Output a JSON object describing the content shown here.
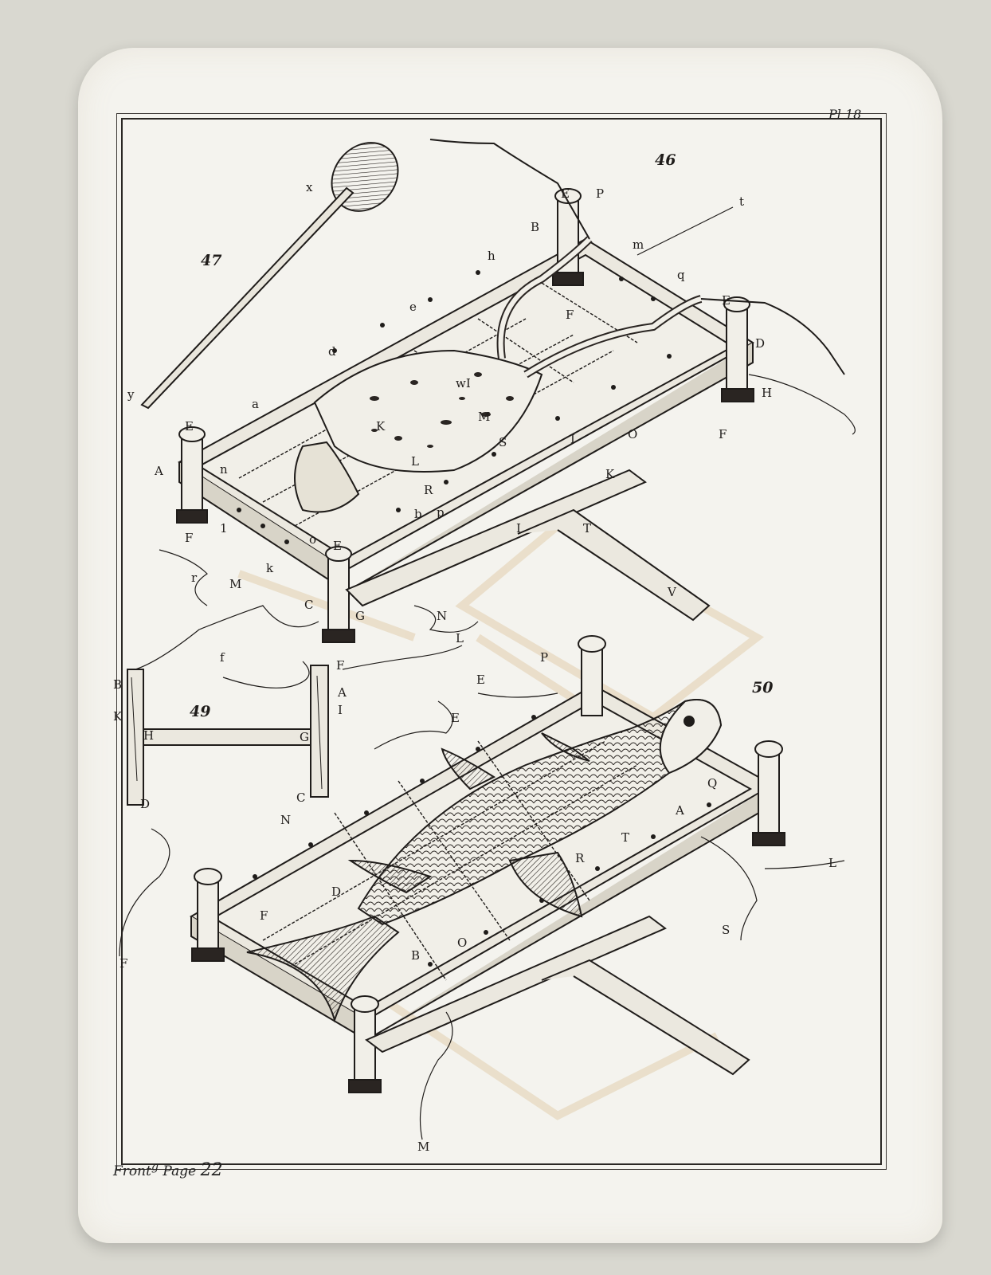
{
  "plate": {
    "number": "Pl 18"
  },
  "caption": {
    "prefix": "Front",
    "suffix": "Page ",
    "page": "22"
  },
  "figures": [
    {
      "id": "fig-46",
      "label": "46"
    },
    {
      "id": "fig-47",
      "label": "47"
    },
    {
      "id": "fig-49",
      "label": "49"
    },
    {
      "id": "fig-50",
      "label": "50"
    }
  ],
  "letters": [
    "x",
    "y",
    "t",
    "E",
    "P",
    "B",
    "h",
    "m",
    "q",
    "E",
    "e",
    "F",
    "D",
    "d",
    "a",
    "wI",
    "M",
    "H",
    "K",
    "S",
    "I",
    "O",
    "F",
    "E",
    "A",
    "n",
    "L",
    "K",
    "R",
    "b",
    "p",
    "I",
    "T",
    "1",
    "F",
    "o",
    "E",
    "r",
    "M",
    "k",
    "C",
    "G",
    "V",
    "N",
    "L",
    "f",
    "F",
    "A",
    "I",
    "P",
    "E",
    "B",
    "K",
    "H",
    "G",
    "E",
    "C",
    "D",
    "N",
    "Q",
    "T",
    "A",
    "R",
    "L",
    "F",
    "D",
    "S",
    "B",
    "O",
    "F",
    "M"
  ],
  "colors": {
    "ink": "#1f1c1a",
    "paper": "#f4f3ee",
    "stain": "#d8b98a"
  }
}
